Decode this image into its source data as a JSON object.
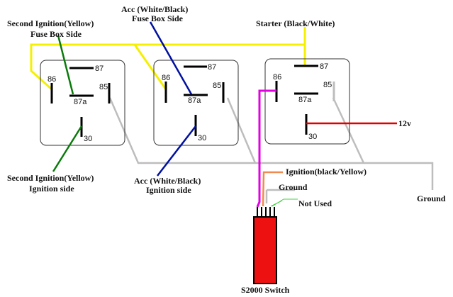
{
  "diagram": {
    "title": "S2000 Switch relay wiring",
    "colors": {
      "yellow": "#f5f000",
      "green": "#0a7a0a",
      "blue": "#0010a0",
      "magenta": "#e000e0",
      "red": "#e00000",
      "gray": "#bdbdbd",
      "orange": "#f08a50",
      "light_green": "#44d044",
      "switch_body": "#ee1111"
    },
    "relays": [
      {
        "name": "relay-1",
        "pins": {
          "p86": "86",
          "p87": "87",
          "p87a": "87a",
          "p85": "85",
          "p30": "30"
        }
      },
      {
        "name": "relay-2",
        "pins": {
          "p86": "86",
          "p87": "87",
          "p87a": "87a",
          "p85": "85",
          "p30": "30"
        }
      },
      {
        "name": "relay-3",
        "pins": {
          "p86": "86",
          "p87": "87",
          "p87a": "87a",
          "p85": "85",
          "p30": "30"
        }
      }
    ],
    "labels": {
      "second_ign_fuse_l1": "Second Ignition(Yellow)",
      "second_ign_fuse_l2": "Fuse Box Side",
      "acc_fuse_l1": "Acc (White/Black)",
      "acc_fuse_l2": "Fuse Box Side",
      "starter": "Starter (Black/White)",
      "second_ign_ign_l1": "Second Ignition(Yellow)",
      "second_ign_ign_l2": "Ignition side",
      "acc_ign_l1": "Acc (White/Black)",
      "acc_ign_l2": "Ignition side",
      "twelve_v": "12v",
      "ignition_black_yellow": "Ignition(black/Yellow)",
      "ground_switch": "Ground",
      "not_used": "Not Used",
      "ground_right": "Ground",
      "switch_name": "S2000 Switch"
    }
  }
}
